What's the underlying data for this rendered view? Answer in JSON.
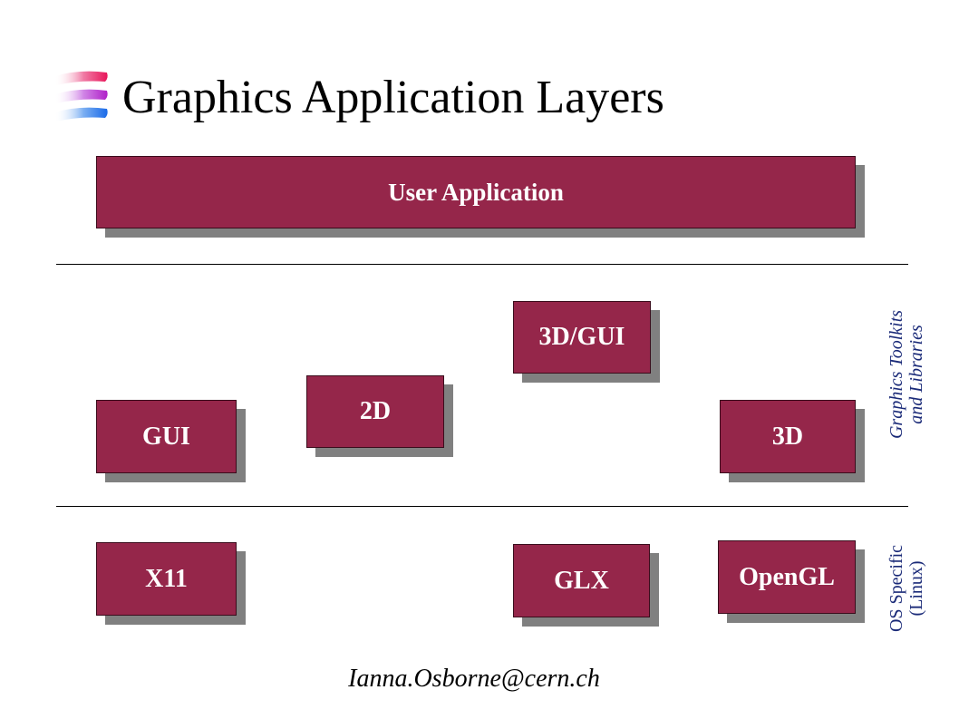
{
  "slide": {
    "title": "Graphics Application Layers",
    "footer": "Ianna.Osborne@cern.ch"
  },
  "layers": {
    "user_application": "User Application",
    "gui": "GUI",
    "two_d": "2D",
    "three_d_gui": "3D/GUI",
    "three_d": "3D",
    "x11": "X11",
    "glx": "GLX",
    "opengl": "OpenGL"
  },
  "side_labels": {
    "toolkits": [
      "Graphics Toolkits",
      "and Libraries"
    ],
    "os": [
      "OS Specific",
      "(Linux)"
    ]
  },
  "colors": {
    "box_fill": "#95264a",
    "box_shadow": "#808080",
    "side_label": "#1a2a78",
    "logo_top": "#e8165a",
    "logo_middle": "#b020c8",
    "logo_bottom": "#1a6ae8"
  }
}
